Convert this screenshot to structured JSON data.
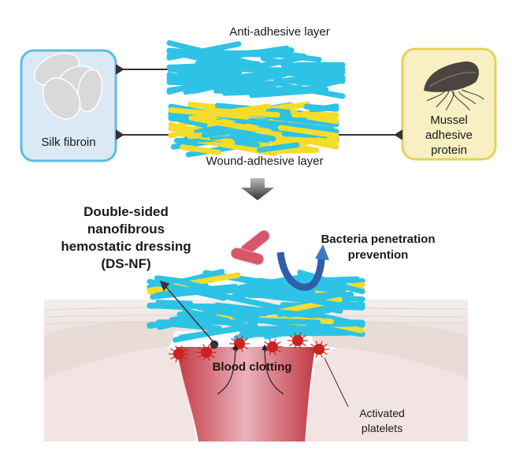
{
  "top_panel": {
    "anti_adhesive_label": "Anti-adhesive layer",
    "wound_adhesive_label": "Wound-adhesive layer",
    "silk_box_label": "Silk fibroin",
    "mussel_box_label": [
      "Mussel",
      "adhesive",
      "protein"
    ]
  },
  "bottom_panel": {
    "dsnf_label": [
      "Double-sided",
      "nanofibrous",
      "hemostatic dressing",
      "(DS-NF)"
    ],
    "bacteria_label": [
      "Bacteria penetration",
      "prevention"
    ],
    "clotting_label": "Blood clotting",
    "platelets_label": [
      "Activated",
      "platelets"
    ]
  },
  "colors": {
    "fiber_blue": "#2ec3e6",
    "fiber_yellow": "#f5dc2a",
    "silk_box_border": "#5bbde0",
    "silk_box_fill": "#dbe9f5",
    "mussel_box_border": "#e4d35a",
    "mussel_box_fill": "#f8efc3",
    "blood": "#c8414a",
    "platelet": "#cc2222",
    "bacteria": "#d9566a",
    "arrow_blue": "#2f5fa8"
  }
}
